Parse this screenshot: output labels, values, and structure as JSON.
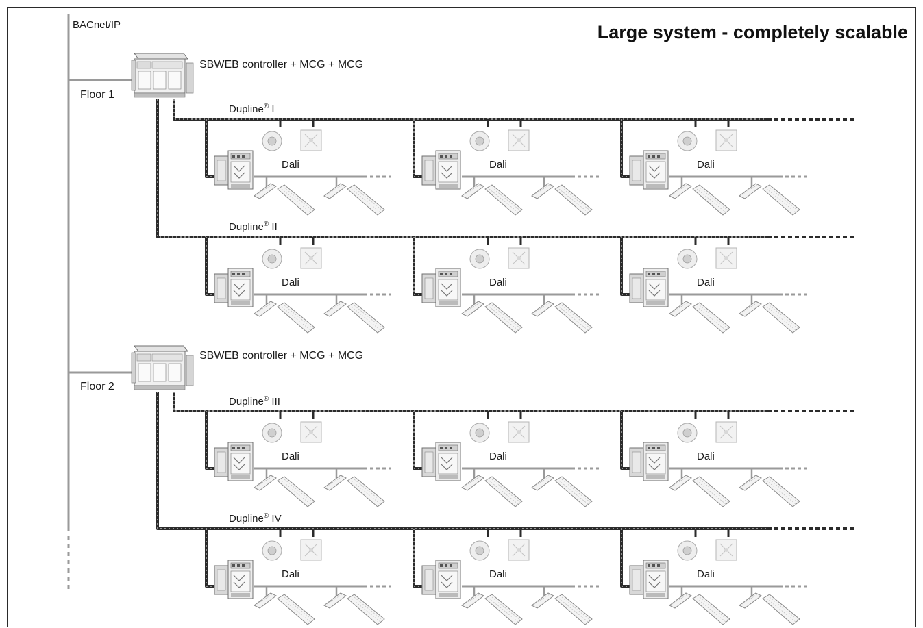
{
  "title": "Large system - completely scalable",
  "network_label": "BACnet/IP",
  "floors": [
    {
      "label": "Floor 1",
      "controller_label": "SBWEB controller + MCG + MCG",
      "buses": [
        {
          "name": "Dupline",
          "roman": "I"
        },
        {
          "name": "Dupline",
          "roman": "II"
        }
      ]
    },
    {
      "label": "Floor 2",
      "controller_label": "SBWEB controller + MCG + MCG",
      "buses": [
        {
          "name": "Dupline",
          "roman": "III"
        },
        {
          "name": "Dupline",
          "roman": "IV"
        }
      ]
    }
  ],
  "registered_mark": "®",
  "dali_label": "Dali",
  "colors": {
    "bus_line": "#2b2b2b",
    "gray_line": "#9a9a9a",
    "device_fill": "#e6e6e6",
    "device_stroke": "#6f6f6f"
  },
  "icons": [
    "controller-icon",
    "dali-gateway-icon",
    "pir-sensor-icon",
    "push-button-icon",
    "luminaire-icon",
    "ballast-icon"
  ]
}
